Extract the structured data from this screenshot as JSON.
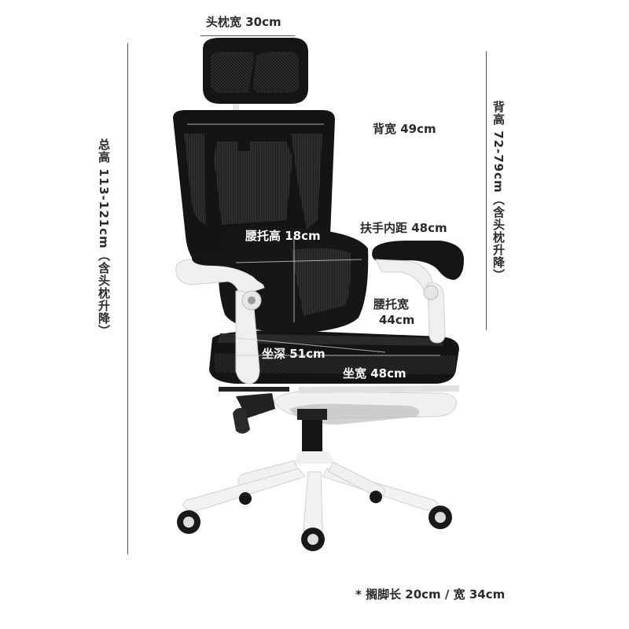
{
  "dimensions": {
    "headrest_width": "头枕宽 30cm",
    "back_width": "背宽 49cm",
    "total_height": "总高 113-121cm（含头枕升降）",
    "back_height": "背高 72-79cm（含头枕升降）",
    "lumbar_height": "腰托高 18cm",
    "armrest_inner": "扶手内距 48cm",
    "lumbar_width_line1": "腰托宽",
    "lumbar_width_line2": "44cm",
    "seat_depth": "坐深 51cm",
    "seat_width": "坐宽 48cm",
    "footrest_note": "* 搁脚长 20cm / 宽 34cm"
  },
  "colors": {
    "mesh": "#1a1a1a",
    "frame": "#f2f2f2",
    "background": "#ffffff"
  }
}
